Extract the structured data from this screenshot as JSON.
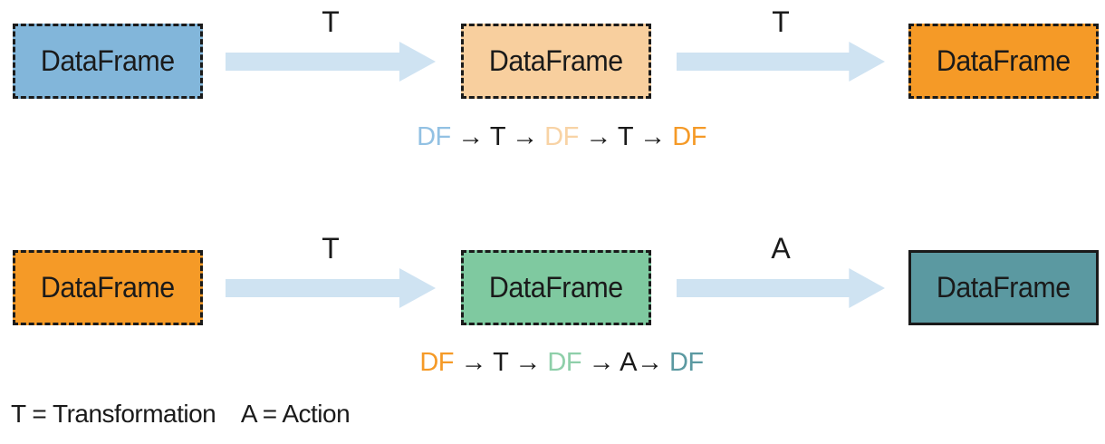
{
  "palette": {
    "arrow": "#cfe3f2",
    "text": "#1a1a1a",
    "box_blue": "#82b6da",
    "box_peach": "#f8cf9e",
    "box_orange": "#f59a27",
    "box_green": "#7fc9a0",
    "box_teal": "#5b99a1"
  },
  "legend": {
    "text": "T = Transformation    A = Action"
  },
  "rows": [
    {
      "boxes": [
        {
          "label": "DataFrame",
          "fill": "#82b6da",
          "border_style": "dashed"
        },
        {
          "label": "DataFrame",
          "fill": "#f8cf9e",
          "border_style": "dashed"
        },
        {
          "label": "DataFrame",
          "fill": "#f59a27",
          "border_style": "dashed"
        }
      ],
      "arrow_labels": [
        "T",
        "T"
      ],
      "caption": [
        {
          "t": "DF",
          "c": "#92c1e3"
        },
        {
          "t": " → ",
          "c": "#1a1a1a"
        },
        {
          "t": "T",
          "c": "#1a1a1a"
        },
        {
          "t": " → ",
          "c": "#1a1a1a"
        },
        {
          "t": "DF",
          "c": "#f8d3a5"
        },
        {
          "t": " → ",
          "c": "#1a1a1a"
        },
        {
          "t": "T",
          "c": "#1a1a1a"
        },
        {
          "t": " → ",
          "c": "#1a1a1a"
        },
        {
          "t": "DF",
          "c": "#f59a27"
        }
      ]
    },
    {
      "boxes": [
        {
          "label": "DataFrame",
          "fill": "#f59a27",
          "border_style": "dashed"
        },
        {
          "label": "DataFrame",
          "fill": "#7fc9a0",
          "border_style": "dashed"
        },
        {
          "label": "DataFrame",
          "fill": "#5b99a1",
          "border_style": "solid"
        }
      ],
      "arrow_labels": [
        "T",
        "A"
      ],
      "caption": [
        {
          "t": "DF",
          "c": "#f59a27"
        },
        {
          "t": " → ",
          "c": "#1a1a1a"
        },
        {
          "t": "T",
          "c": "#1a1a1a"
        },
        {
          "t": " → ",
          "c": "#1a1a1a"
        },
        {
          "t": "DF",
          "c": "#8ecfa9"
        },
        {
          "t": " → ",
          "c": "#1a1a1a"
        },
        {
          "t": "A",
          "c": "#1a1a1a"
        },
        {
          "t": "→ ",
          "c": "#1a1a1a"
        },
        {
          "t": "DF",
          "c": "#5b99a1"
        }
      ]
    }
  ]
}
